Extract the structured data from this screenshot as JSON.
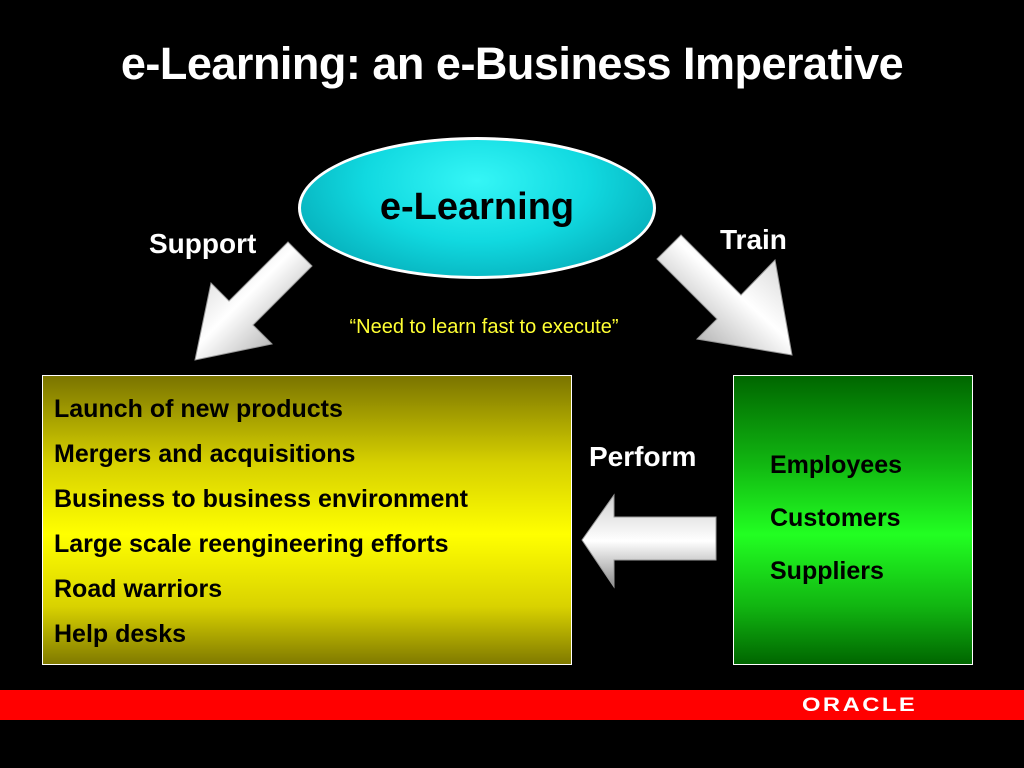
{
  "slide": {
    "title": "e-Learning: an e-Business Imperative",
    "center_label": "e-Learning",
    "arrow_labels": {
      "left": "Support",
      "right": "Train",
      "bottom": "Perform"
    },
    "quote": "“Need to learn fast to execute”",
    "left_box": {
      "items": [
        "Launch of new products",
        "Mergers and acquisitions",
        "Business to business environment",
        "Large scale reengineering efforts",
        "Road warriors",
        "Help desks"
      ]
    },
    "right_box": {
      "items": [
        "Employees",
        "Customers",
        "Suppliers"
      ]
    },
    "footer": {
      "logo": "ORACLE"
    },
    "colors": {
      "background": "#000000",
      "ellipse": "#11d9e0",
      "quote": "#ffff33",
      "left_box": "#ffff00",
      "right_box": "#22ff22",
      "footer_bar": "#ff0000"
    }
  }
}
